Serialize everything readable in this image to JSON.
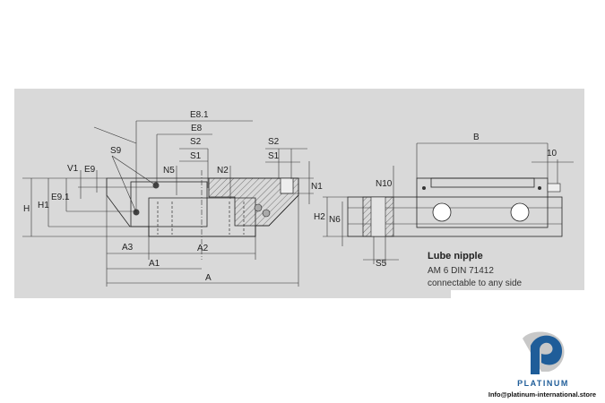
{
  "drawing": {
    "labels": {
      "E81": "E8.1",
      "E8": "E8",
      "S2": "S2",
      "S1": "S1",
      "S9": "S9",
      "V1": "V1",
      "E9": "E9",
      "N5": "N5",
      "N2": "N2",
      "H": "H",
      "H1": "H1",
      "E91": "E9.1",
      "A3": "A3",
      "A2": "A2",
      "A1": "A1",
      "A": "A",
      "S2r": "S2",
      "S1r": "S1",
      "N1": "N1",
      "H2": "H2",
      "N6": "N6",
      "N10": "N10",
      "B": "B",
      "ten": "10",
      "S5": "S5"
    },
    "note": {
      "title": "Lube nipple",
      "line1": "AM 6 DIN 71412",
      "line2": "connectable to any side"
    }
  },
  "logo": {
    "brand": "PLATINUM",
    "email": "Info@platinum-international.store",
    "colors": {
      "blue": "#1f5d99",
      "gray": "#c8c8c8"
    }
  },
  "colors": {
    "panel": "#d9d9d9",
    "hatch": "#555555"
  }
}
